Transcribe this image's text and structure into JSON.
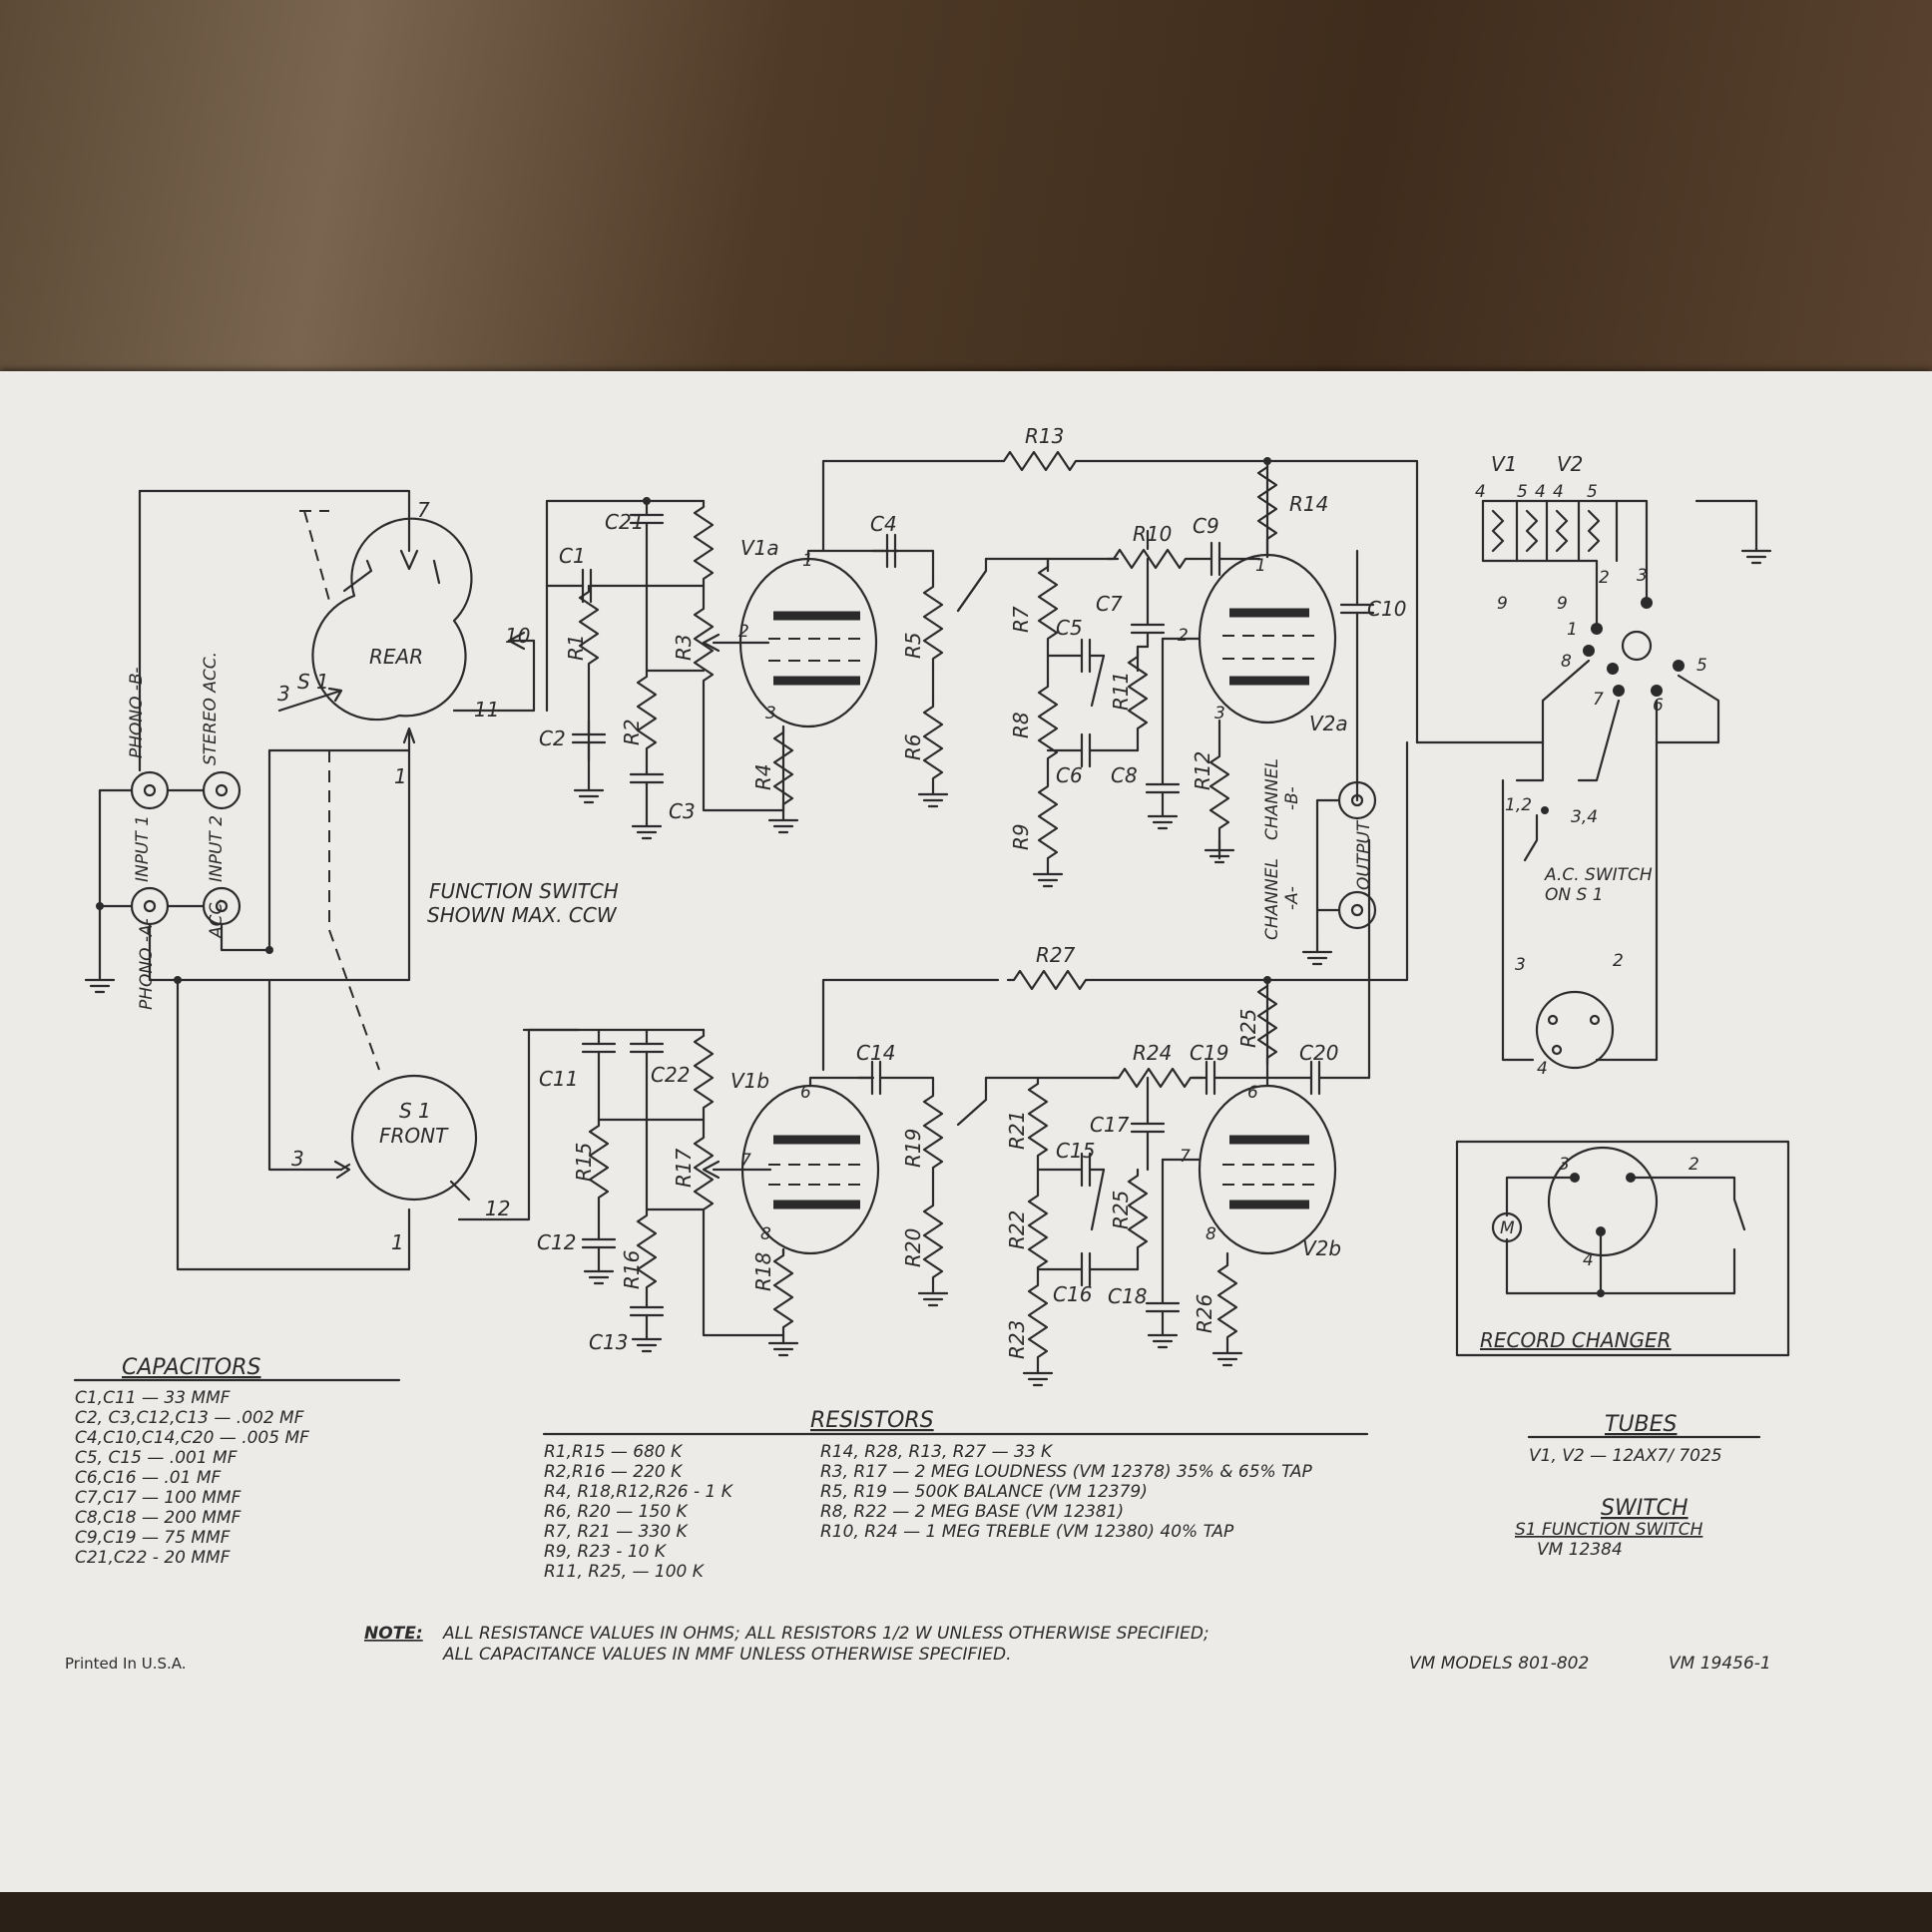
{
  "schematic": {
    "switch_rear": [
      "S 1",
      "REAR"
    ],
    "switch_front": [
      "S 1",
      "FRONT"
    ],
    "function_switch_note": [
      "FUNCTION SWITCH",
      "SHOWN MAX. CCW"
    ],
    "inputs": {
      "phono_b": "PHONO -B-",
      "stereo_acc": "STEREO ACC.",
      "input1": "INPUT 1",
      "input2": "INPUT 2",
      "phono_a": "PHONO -A-",
      "acc": "ACC."
    },
    "switch_pins": [
      "7",
      "10",
      "11",
      "3",
      "1",
      "3",
      "12",
      "1"
    ],
    "tubes": [
      "V1a",
      "V2a",
      "V1b",
      "V2b"
    ],
    "pins_top": [
      "1",
      "2",
      "3",
      "1",
      "2",
      "3"
    ],
    "pins_bottom": [
      "6",
      "7",
      "8",
      "6",
      "7",
      "8"
    ],
    "components_top": [
      "R13",
      "C21",
      "C1",
      "R1",
      "C2",
      "R2",
      "R3",
      "C3",
      "R4",
      "C4",
      "R5",
      "R6",
      "R7",
      "C5",
      "R8",
      "C6",
      "R9",
      "R10",
      "C9",
      "C7",
      "R11",
      "C8",
      "R14",
      "C10",
      "R12"
    ],
    "components_bottom": [
      "R27",
      "C11",
      "C22",
      "C12",
      "R15",
      "R16",
      "C13",
      "R17",
      "R18",
      "C14",
      "R19",
      "R20",
      "R21",
      "C15",
      "R22",
      "C16",
      "R23",
      "R24",
      "C19",
      "C17",
      "R25",
      "C18",
      "R25",
      "C20",
      "R26"
    ],
    "output": [
      "CHANNEL",
      "-B-",
      "CHANNEL",
      "-A-",
      "OUTPUT"
    ],
    "socket": {
      "tube_labels": [
        "V1",
        "V2"
      ],
      "heater_pins": [
        "4",
        "5",
        "4",
        "4",
        "5",
        "9",
        "9"
      ],
      "socket_pins": [
        "2",
        "3",
        "1",
        "8",
        "5",
        "7",
        "6"
      ],
      "ac_switch": [
        "1,2",
        "3,4",
        "A.C. SWITCH",
        "ON S 1"
      ],
      "plug_pins": [
        "3",
        "2",
        "4"
      ]
    },
    "record_changer": {
      "title": "RECORD CHANGER",
      "motor": "M",
      "pins": [
        "3",
        "2",
        "4"
      ]
    }
  },
  "legend": {
    "capacitors": {
      "heading": "CAPACITORS",
      "lines": [
        "C1,C11 — 33 MMF",
        "C2, C3,C12,C13 — .002 MF",
        "C4,C10,C14,C20 — .005 MF",
        "C5, C15 — .001 MF",
        "C6,C16 — .01 MF",
        "C7,C17 — 100 MMF",
        "C8,C18 — 200 MMF",
        "C9,C19 — 75 MMF",
        "C21,C22 - 20 MMF"
      ]
    },
    "resistors": {
      "heading": "RESISTORS",
      "col1": [
        "R1,R15 — 680 K",
        "R2,R16 — 220 K",
        "R4, R18,R12,R26 - 1 K",
        "R6, R20 — 150 K",
        "R7, R21 — 330 K",
        "R9, R23 - 10 K",
        "R11, R25, — 100 K"
      ],
      "col2": [
        "R14, R28, R13, R27 — 33 K",
        "R3, R17 — 2 MEG LOUDNESS (VM 12378) 35% & 65% TAP",
        "R5, R19 — 500K BALANCE (VM 12379)",
        "R8, R22 — 2 MEG BASE (VM 12381)",
        "R10, R24 — 1 MEG TREBLE (VM 12380) 40% TAP"
      ]
    },
    "tubes": {
      "heading": "TUBES",
      "line": "V1, V2 — 12AX7/ 7025"
    },
    "switch": {
      "heading": "SWITCH",
      "lines": [
        "S1 FUNCTION SWITCH",
        "VM 12384"
      ]
    },
    "note": {
      "label": "NOTE:",
      "line1": "ALL RESISTANCE VALUES IN OHMS; ALL RESISTORS 1/2 W UNLESS OTHERWISE SPECIFIED;",
      "line2": "ALL CAPACITANCE VALUES IN MMF UNLESS OTHERWISE SPECIFIED."
    },
    "printed": "Printed In U.S.A.",
    "models": "VM MODELS 801-802",
    "doc_number": "VM 19456-1"
  }
}
